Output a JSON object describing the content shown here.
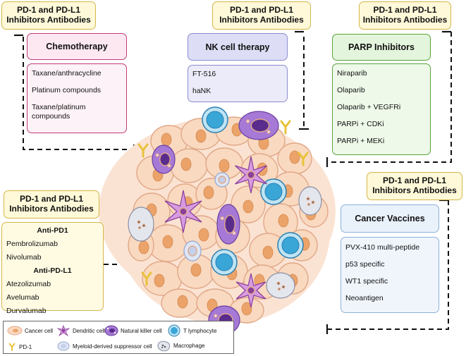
{
  "pd_label": "PD-1 and PD-L1 Inhibitors Antibodies",
  "chemotherapy": {
    "title": "Chemotherapy",
    "items": [
      "Taxane/anthracycline",
      "Platinum compounds",
      "Taxane/platinum compounds"
    ]
  },
  "nk_therapy": {
    "title": "NK cell therapy",
    "items": [
      "FT-516",
      "haNK"
    ]
  },
  "parp": {
    "title": "PARP Inhibitors",
    "items": [
      "Niraparib",
      "Olaparib",
      "Olaparib + VEGFRi",
      "PARPi + CDKi",
      "PARPi + MEKi"
    ]
  },
  "antibodies": {
    "pd1_header": "Anti-PD1",
    "pd1_items": [
      "Pembrolizumab",
      "Nivolumab"
    ],
    "pdl1_header": "Anti-PD-L1",
    "pdl1_items": [
      "Atezolizumab",
      "Avelumab",
      "Durvalumab"
    ]
  },
  "vaccines": {
    "title": "Cancer Vaccines",
    "items": [
      "PVX-410 multi-peptide",
      "p53 specific",
      "WT1 specific",
      "Neoantigen"
    ]
  },
  "legend": {
    "cancer_cell": "Cancer cell",
    "dendritic_cell": "Dendritic cell",
    "nk_cell": "Natural killer cell",
    "t_lymphocyte": "T lymphocyte",
    "pd1": "PD-1",
    "mdsc": "Myeloid-derived suppressor cell",
    "macrophage": "Macrophage"
  },
  "colors": {
    "cancer_fill": "#f9d9c0",
    "cancer_stroke": "#e0a887",
    "nucleus": "#eba36a",
    "nk_fill": "#a679d6",
    "t_cell": "#3aa6d8",
    "dendritic": "#b566c6",
    "pd1": "#e8c23a"
  }
}
